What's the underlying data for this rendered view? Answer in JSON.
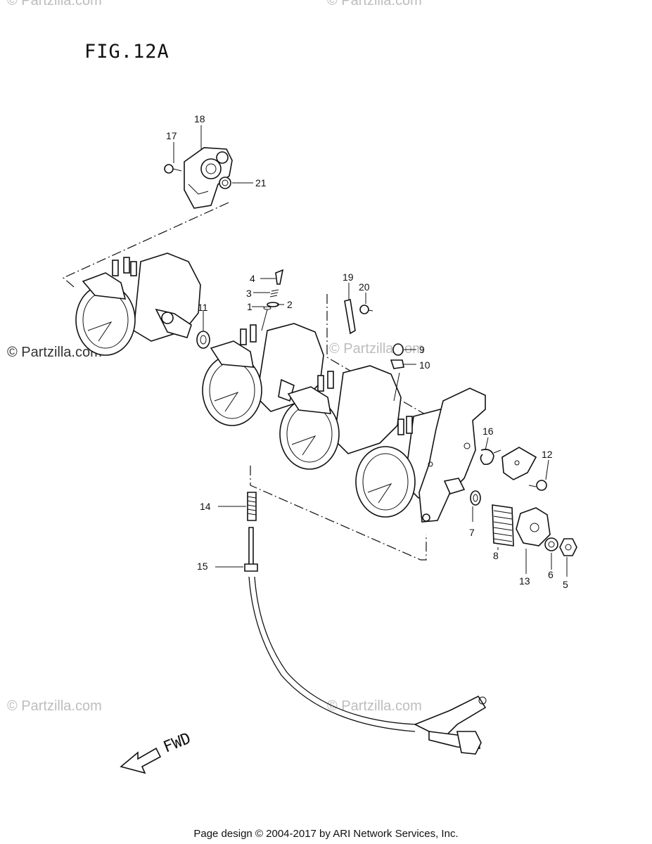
{
  "figure": {
    "title": "FIG.12A"
  },
  "watermarks": {
    "main": "© Partzilla.com",
    "faint": "© Partzilla.com"
  },
  "footer": {
    "text": "Page design © 2004-2017 by ARI Network Services, Inc."
  },
  "direction": {
    "label": "FWD"
  },
  "callouts": [
    "1",
    "2",
    "3",
    "4",
    "5",
    "6",
    "7",
    "8",
    "9",
    "10",
    "11",
    "12",
    "13",
    "14",
    "15",
    "16",
    "17",
    "18",
    "19",
    "20",
    "21"
  ],
  "colors": {
    "ink": "#111111",
    "watermark": "#bdbdbd",
    "background": "#ffffff"
  }
}
